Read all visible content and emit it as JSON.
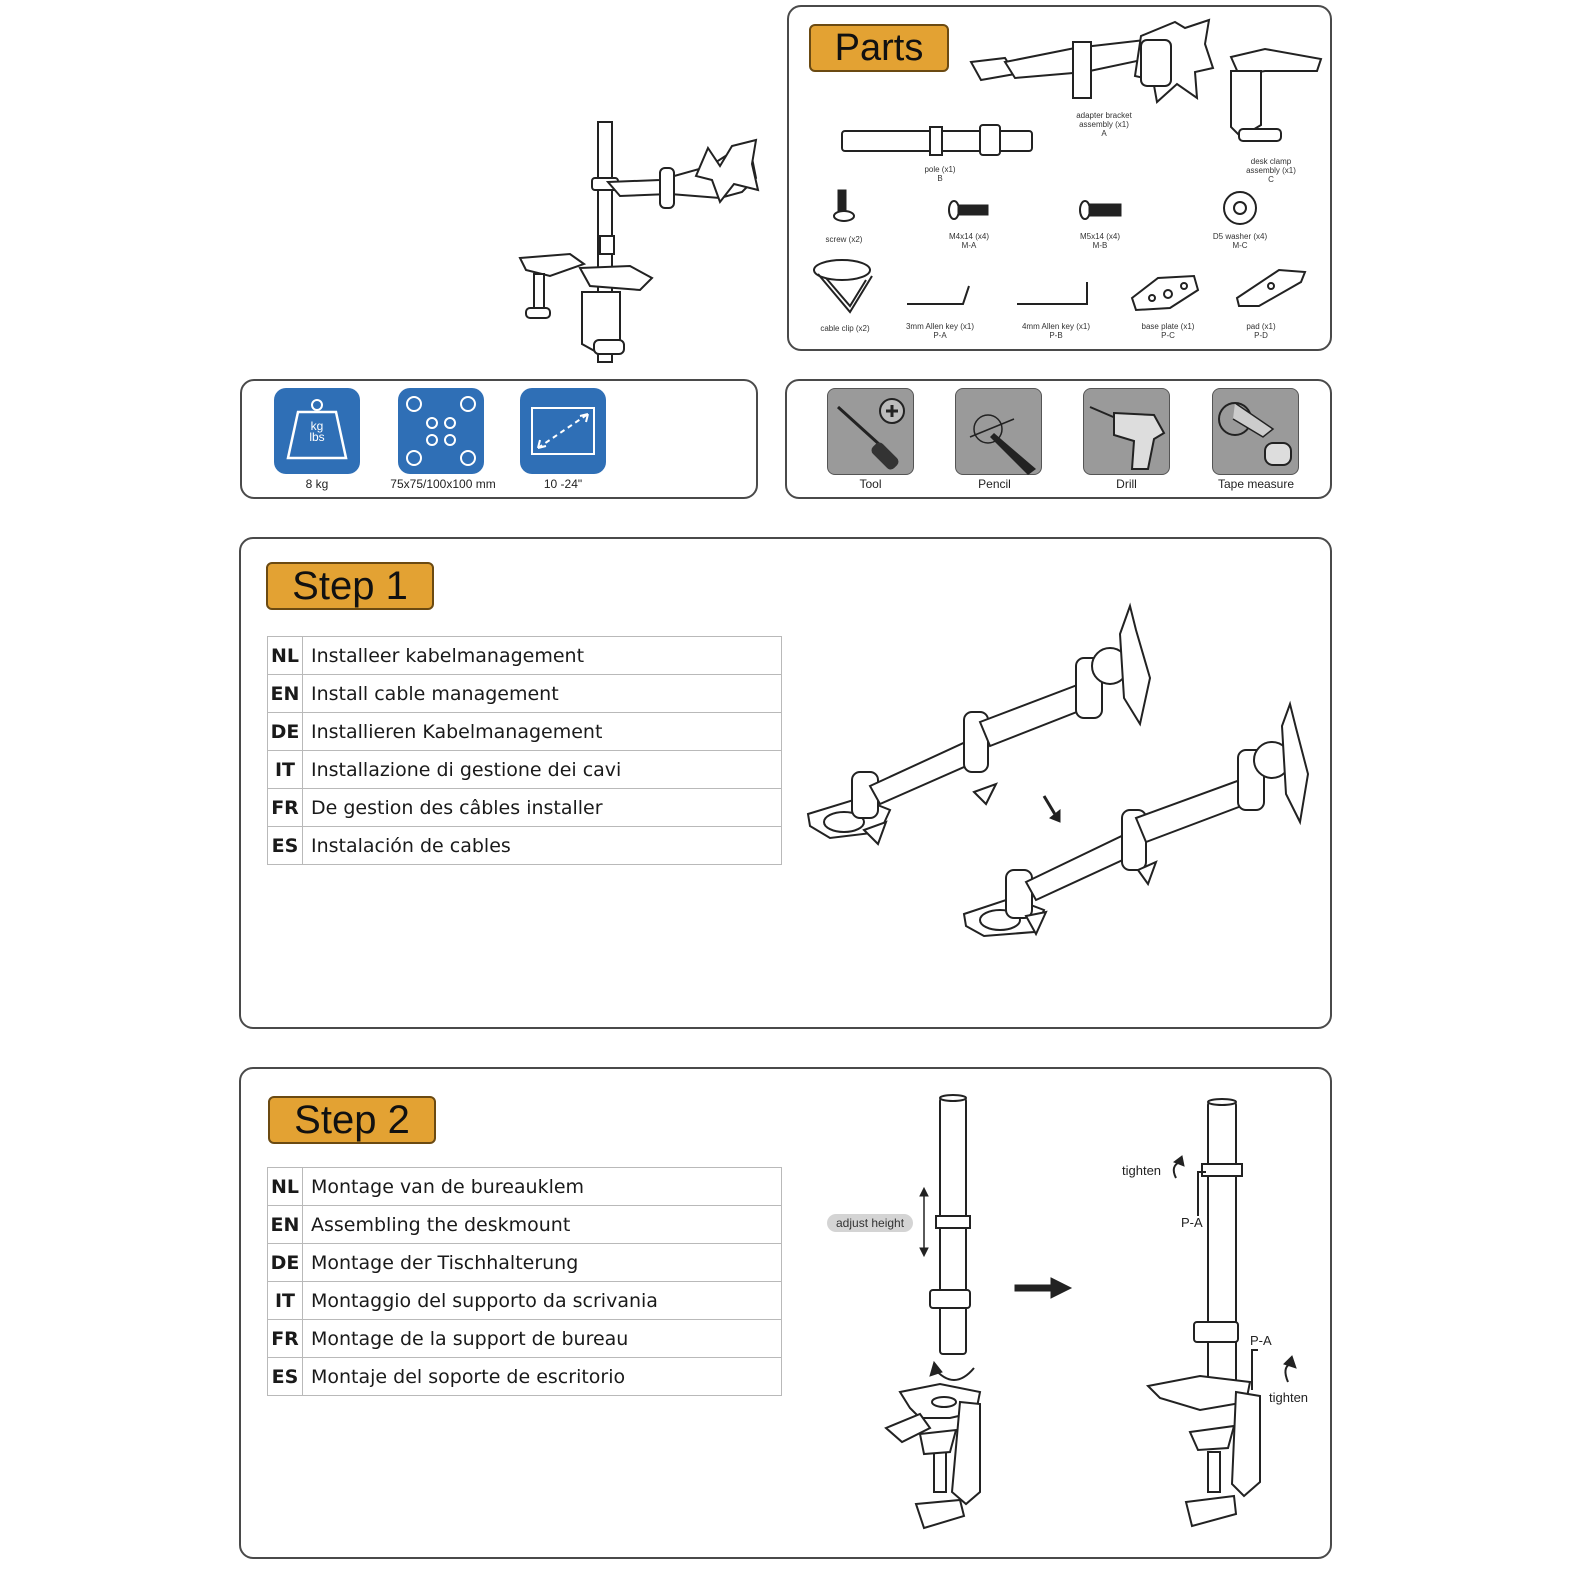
{
  "parts": {
    "title": "Parts",
    "items": [
      {
        "label": "adapter bracket\nassembly (x1)\nA"
      },
      {
        "label": "pole (x1)\nB"
      },
      {
        "label": "desk clamp\nassembly (x1)\nC"
      },
      {
        "label": "screw (x2)"
      },
      {
        "label": "M4x14 (x4)\nM-A"
      },
      {
        "label": "M5x14 (x4)\nM-B"
      },
      {
        "label": "D5 washer (x4)\nM-C"
      },
      {
        "label": "cable clip (x2)"
      },
      {
        "label": "3mm Allen key (x1)\nP-A"
      },
      {
        "label": "4mm Allen key (x1)\nP-B"
      },
      {
        "label": "base plate (x1)\nP-C"
      },
      {
        "label": "pad (x1)\nP-D"
      }
    ]
  },
  "specs": {
    "weight": {
      "icon": "weight-icon",
      "unit_text": "kg\nlbs",
      "label": "8 kg"
    },
    "vesa": {
      "icon": "vesa-pattern-icon",
      "label": "75x75/100x100 mm"
    },
    "screen": {
      "icon": "screen-size-icon",
      "label": "10 -24\""
    }
  },
  "tools": [
    {
      "icon": "screwdriver-icon",
      "label": "Tool"
    },
    {
      "icon": "pencil-icon",
      "label": "Pencil"
    },
    {
      "icon": "drill-icon",
      "label": "Drill"
    },
    {
      "icon": "tape-measure-icon",
      "label": "Tape measure"
    }
  ],
  "step1": {
    "title": "Step 1",
    "rows": [
      {
        "code": "NL",
        "text": "Installeer kabelmanagement"
      },
      {
        "code": "EN",
        "text": "Install cable management"
      },
      {
        "code": "DE",
        "text": "Installieren Kabelmanagement"
      },
      {
        "code": "IT",
        "text": "Installazione di gestione dei cavi"
      },
      {
        "code": "FR",
        "text": "De gestion des câbles installer"
      },
      {
        "code": "ES",
        "text": "Instalación de cables"
      }
    ]
  },
  "step2": {
    "title": "Step 2",
    "rows": [
      {
        "code": "NL",
        "text": "Montage van de bureauklem"
      },
      {
        "code": "EN",
        "text": "Assembling the deskmount"
      },
      {
        "code": "DE",
        "text": "Montage der Tischhalterung"
      },
      {
        "code": "IT",
        "text": "Montaggio del supporto da scrivania"
      },
      {
        "code": "FR",
        "text": "Montage de la support de bureau"
      },
      {
        "code": "ES",
        "text": "Montaje del soporte de escritorio"
      }
    ],
    "annotations": {
      "adjust_height": "adjust height",
      "tighten_top": "tighten",
      "pa_top": "P-A",
      "pa_bottom": "P-A",
      "tighten_bottom": "tighten"
    }
  },
  "colors": {
    "badge": "#e3a233",
    "icon_blue": "#2f6fb6",
    "icon_gray": "#9a9a9a",
    "border": "#4a4a4a"
  }
}
